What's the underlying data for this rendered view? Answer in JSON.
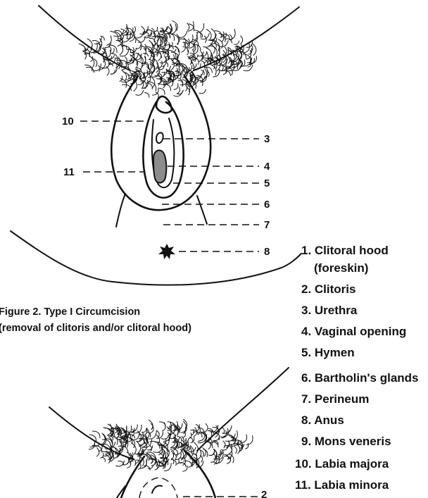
{
  "callouts": {
    "c10": "10",
    "c3": "3",
    "c11": "11",
    "c4": "4",
    "c5": "5",
    "c6": "6",
    "c7": "7",
    "c8": "8",
    "c_partial": "2"
  },
  "legend": {
    "item1_line1": "1. Clitoral hood",
    "item1_line2": "(foreskin)",
    "item2": "2. Clitoris",
    "item3": "3. Urethra",
    "item4": "4. Vaginal opening",
    "item5": "5. Hymen",
    "item6": "6. Bartholin's glands",
    "item7": "7. Perineum",
    "item8": "8. Anus",
    "item9": "9. Mons veneris",
    "item10": "10. Labia majora",
    "item11": "11. Labia minora"
  },
  "caption": {
    "line1": "Figure 2. Type I Circumcision",
    "line2": "(removal of clitoris and/or clitoral hood)"
  },
  "colors": {
    "ink": "#111111",
    "vaginal_opening": "#8c8c8c"
  }
}
